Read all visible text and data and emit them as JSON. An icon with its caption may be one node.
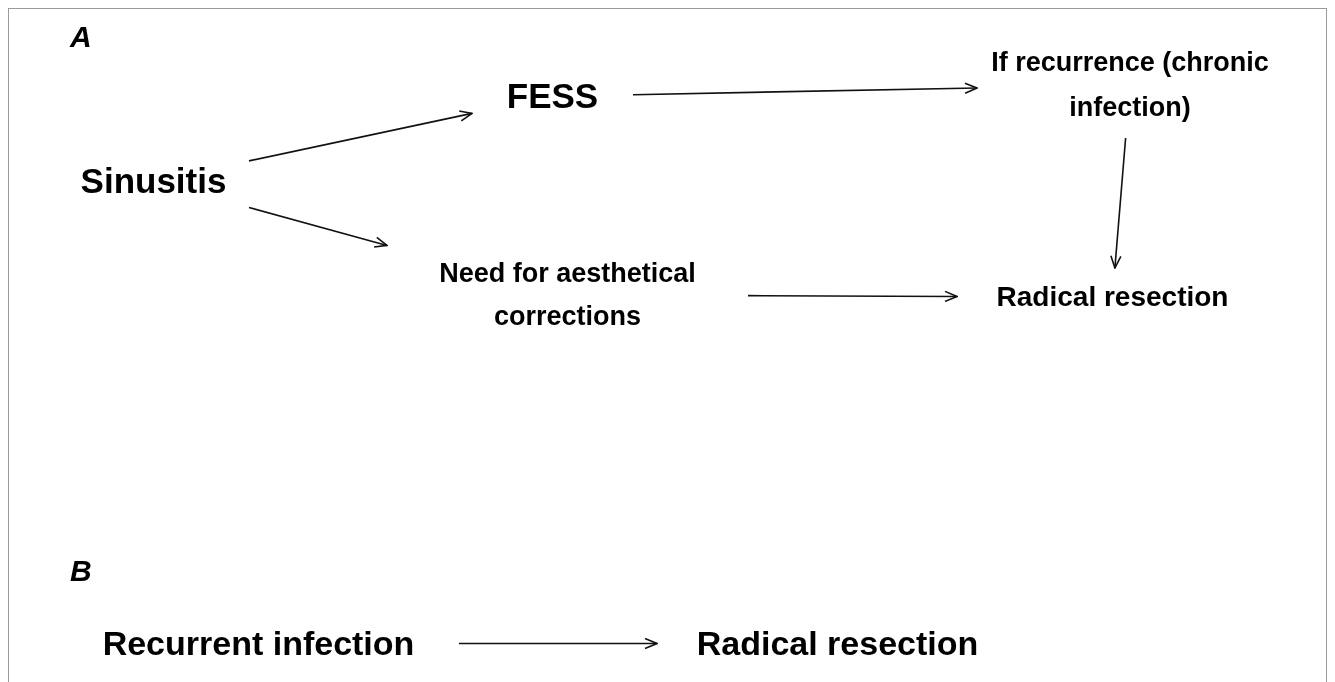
{
  "diagram": {
    "nodes": [
      {
        "text": [
          "Sinusitis"
        ]
      },
      {
        "text": [
          "FESS"
        ]
      },
      {
        "text": [
          "If recurrence (chronic infection)"
        ]
      },
      {
        "text": [
          "Need for aesthetical corrections"
        ]
      },
      {
        "text": [
          "Radical resection"
        ]
      },
      {
        "text": [
          "Recurrent infection"
        ]
      },
      {
        "text": [
          "Radical resection"
        ]
      }
    ],
    "edges": [
      {
        "from": 0,
        "to": 1,
        "arrow": "to"
      },
      {
        "from": 0,
        "to": 3,
        "arrow": "to"
      },
      {
        "from": 1,
        "to": 2,
        "arrow": "to"
      },
      {
        "from": 2,
        "to": 4,
        "arrow": "to"
      },
      {
        "from": 3,
        "to": 4,
        "arrow": "to"
      },
      {
        "from": 5,
        "to": 6,
        "arrow": "to"
      }
    ],
    "labels": [
      "A",
      "B"
    ]
  }
}
